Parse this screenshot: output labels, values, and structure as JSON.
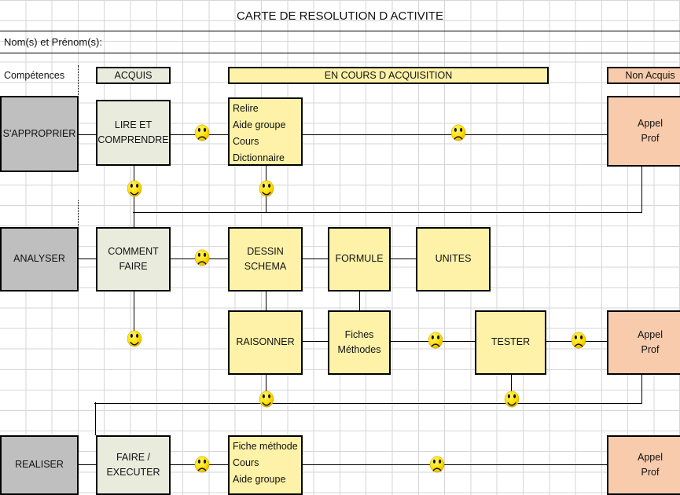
{
  "document": {
    "title": "CARTE DE RESOLUTION D ACTIVITE",
    "name_field_label": "Nom(s) et Prénom(s):",
    "name_field_value": ""
  },
  "columns": {
    "competences_label": "Compétences",
    "acquis_label": "ACQUIS",
    "en_cours_label": "EN COURS D ACQUISITION",
    "non_acquis_label": "Non Acquis"
  },
  "rows": [
    {
      "competence": "S'APPROPRIER",
      "acquis_box": "LIRE ET COMPRENDRE",
      "resource_box": "Relire\nAide groupe\nCours\nDictionnaire",
      "non_acquis_box": "Appel\nProf"
    },
    {
      "competence": "ANALYSER",
      "acquis_box": "COMMENT FAIRE",
      "step_boxes": [
        "DESSIN SCHEMA",
        "FORMULE",
        "UNITES"
      ],
      "second_row_boxes": [
        "RAISONNER",
        "Fiches Méthodes",
        "TESTER"
      ],
      "non_acquis_box": "Appel\nProf"
    },
    {
      "competence": "REALISER",
      "acquis_box": "FAIRE / EXECUTER",
      "resource_box": "Fiche méthode\nCours\nAide groupe",
      "non_acquis_box": "Appel\nProf"
    }
  ],
  "boxes": {
    "lire_comprendre": {
      "line1": "LIRE ET",
      "line2": "COMPRENDRE"
    },
    "relire_block": {
      "l1": "Relire",
      "l2": "Aide groupe",
      "l3": "Cours",
      "l4": "Dictionnaire"
    },
    "appel_prof_1": {
      "l1": "Appel",
      "l2": "Prof"
    },
    "comment_faire": {
      "line1": "COMMENT",
      "line2": "FAIRE"
    },
    "dessin_schema": {
      "line1": "DESSIN",
      "line2": "SCHEMA"
    },
    "formule": {
      "line1": "FORMULE"
    },
    "unites": {
      "line1": "UNITES"
    },
    "raisonner": {
      "line1": "RAISONNER"
    },
    "fiches_methodes": {
      "line1": "Fiches",
      "line2": "Méthodes"
    },
    "tester": {
      "line1": "TESTER"
    },
    "appel_prof_2": {
      "l1": "Appel",
      "l2": "Prof"
    },
    "faire_executer": {
      "line1": "FAIRE /",
      "line2": "EXECUTER"
    },
    "fiche_methode_block": {
      "l1": "Fiche méthode",
      "l2": "Cours",
      "l3": "Aide groupe"
    },
    "appel_prof_3": {
      "l1": "Appel",
      "l2": "Prof"
    }
  },
  "smileys": [
    {
      "name": "sad-face-lire-comprendre",
      "mood": "sad"
    },
    {
      "name": "sad-face-row1-right",
      "mood": "sad"
    },
    {
      "name": "happy-face-under-lire-comprendre",
      "mood": "happy"
    },
    {
      "name": "happy-face-under-relire",
      "mood": "happy"
    },
    {
      "name": "sad-face-comment-faire",
      "mood": "sad"
    },
    {
      "name": "happy-face-under-comment-faire",
      "mood": "happy"
    },
    {
      "name": "sad-face-fiches-methodes",
      "mood": "sad"
    },
    {
      "name": "sad-face-tester",
      "mood": "sad"
    },
    {
      "name": "happy-face-under-raisonner",
      "mood": "happy"
    },
    {
      "name": "happy-face-under-tester",
      "mood": "happy"
    },
    {
      "name": "sad-face-faire-executer",
      "mood": "sad"
    },
    {
      "name": "sad-face-row3-right",
      "mood": "sad"
    }
  ],
  "colors": {
    "yellow": "#FDF2A8",
    "green": "#E9ECDD",
    "grey": "#BFBFBF",
    "peach": "#F8CBAD",
    "grid": "#D6D6D6",
    "border": "#000000",
    "smiley_fill": "#FFE000"
  }
}
